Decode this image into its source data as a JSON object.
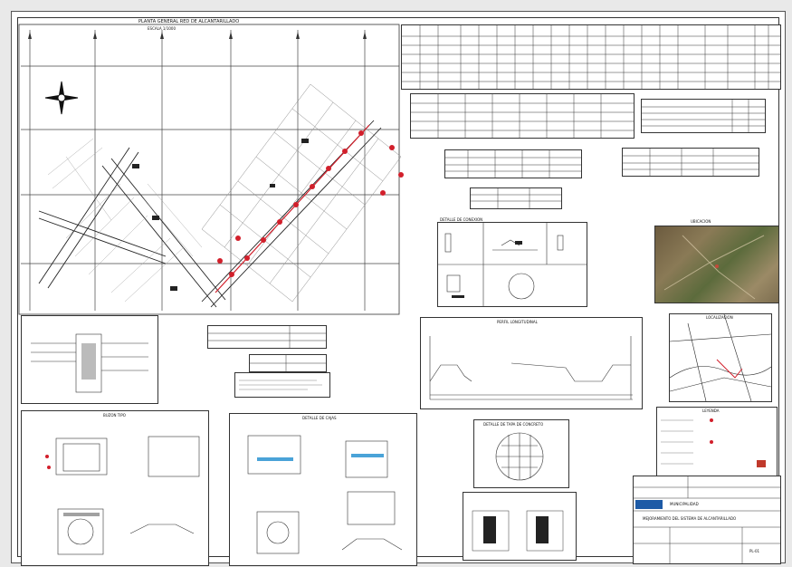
{
  "sheet": {
    "plan_title": "PLANTA GENERAL RED DE ALCANTARILLADO",
    "plan_scale": "ESCALA 1/1000",
    "section_ubicacion": "UBICACION",
    "section_localizacion": "LOCALIZACION",
    "section_leyenda": "LEYENDA",
    "section_buzon_tipo": "BUZON TIPO",
    "section_detalle": "DETALLE DE CONEXION",
    "section_perfil": "PERFIL LONGITUDINAL",
    "section_tapa": "DETALLE DE TAPA DE CONCRETO",
    "section_cajas": "DETALLE DE CAJAS"
  },
  "title_block": {
    "entity": "MUNICIPALIDAD",
    "project": "MEJORAMIENTO DEL SISTEMA DE ALCANTARILLADO",
    "sheet_no": "PL-01"
  },
  "colors": {
    "line": "#222222",
    "red": "#d21f2b",
    "gray": "#9a9a9a",
    "blue_logo": "#1d5aa6"
  }
}
